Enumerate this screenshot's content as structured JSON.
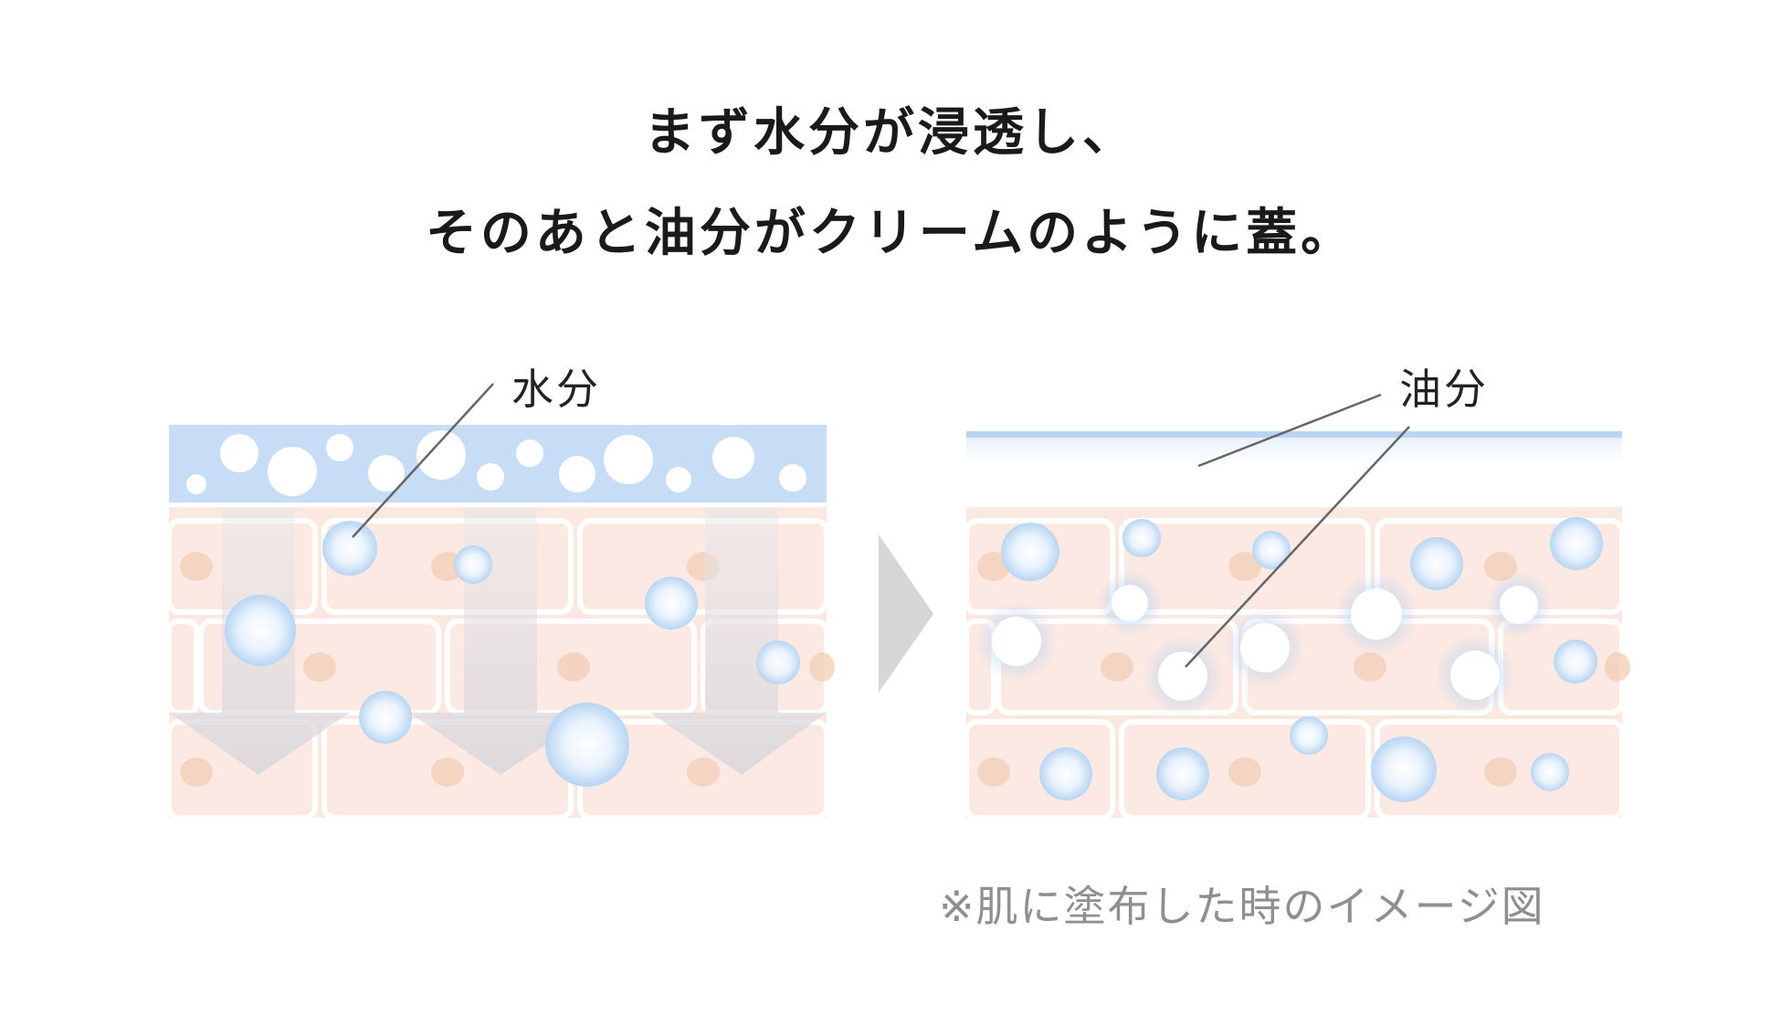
{
  "headline": {
    "line1": "まず水分が浸透し、",
    "line2": "そのあと油分がクリームのように蓋。"
  },
  "labels": {
    "water": "水分",
    "oil": "油分"
  },
  "caption": "※肌に塗布した時のイメージ図",
  "colors": {
    "water_layer": "#c7ddf5",
    "skin_fill": "#fbe8e1",
    "skin_line": "#ffffff",
    "cell_nucleus": "#f2cdb5",
    "arrow": "#d8d8dc",
    "separator_arrow": "#d6d6d6",
    "oil_film": "#b9d5f4",
    "leader_line": "#666666",
    "headline_text": "#1a1a1a",
    "caption_text": "#8f8f8f"
  }
}
